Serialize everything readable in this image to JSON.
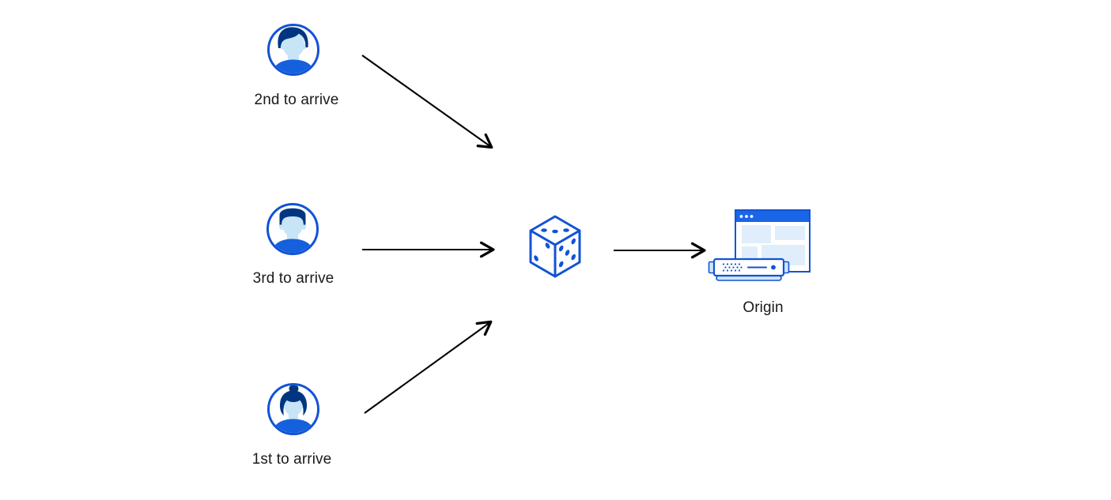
{
  "diagram": {
    "description": "Random traffic steering diagram: three users arriving in different order are routed via a dice (random selection) to a single origin server",
    "labels": {
      "user_second": "2nd to arrive",
      "user_third": "3rd to arrive",
      "user_first": "1st to arrive",
      "origin": "Origin"
    },
    "icons": {
      "user_second": "male-avatar-swept-hair-icon",
      "user_third": "male-avatar-flat-top-icon",
      "user_first": "female-avatar-bun-icon",
      "dice": "dice-icon",
      "origin": "browser-window-with-server-icon"
    },
    "edges": [
      {
        "from": "user-second",
        "to": "dice"
      },
      {
        "from": "user-third",
        "to": "dice"
      },
      {
        "from": "user-first",
        "to": "dice"
      },
      {
        "from": "dice",
        "to": "origin"
      }
    ],
    "colors": {
      "outline_blue": "#1253d6",
      "hair_dark_blue": "#003681",
      "face_light_blue": "#c7e5f6",
      "shirt_blue": "#1560dd",
      "window_header_blue": "#1b66e6",
      "panel_light_blue": "#dfeefa",
      "server_trim_blue": "#cfe6f7",
      "arrow_black": "#000000",
      "text_color": "#1a1a1c",
      "background": "#ffffff"
    }
  }
}
